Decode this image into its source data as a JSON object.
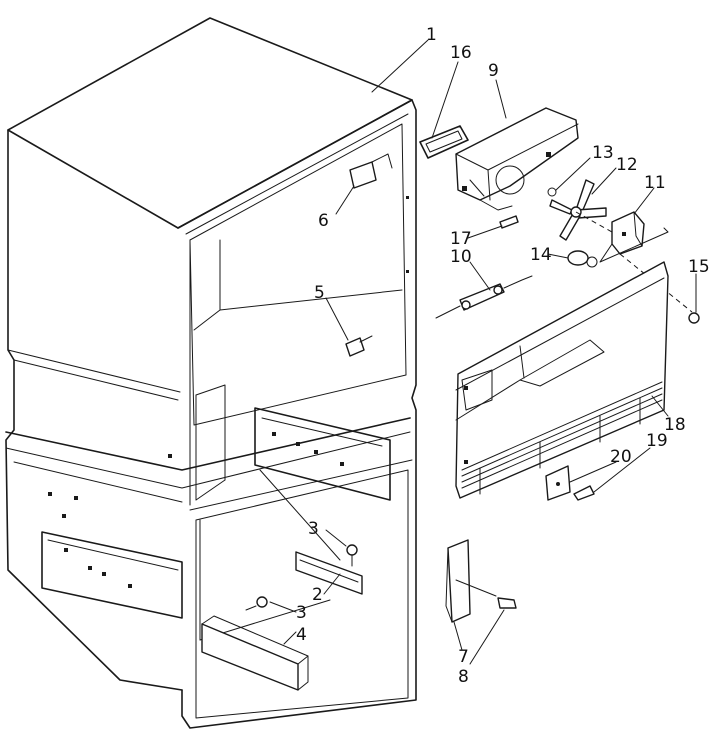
{
  "diagram": {
    "callouts": [
      "1",
      "2",
      "3",
      "3",
      "4",
      "5",
      "6",
      "7",
      "8",
      "9",
      "10",
      "11",
      "12",
      "13",
      "14",
      "15",
      "16",
      "17",
      "18",
      "19",
      "20"
    ]
  }
}
